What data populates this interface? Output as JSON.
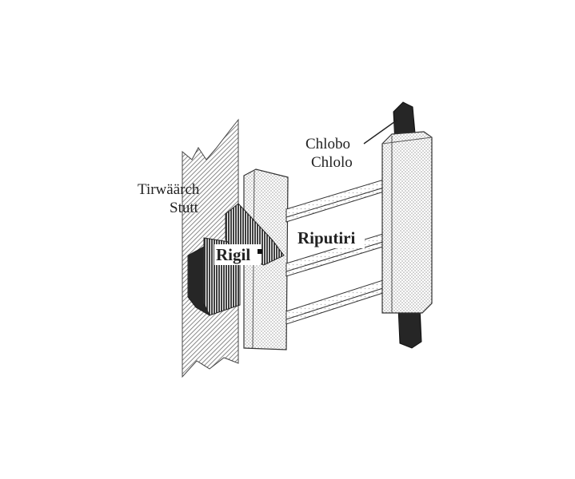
{
  "labels": {
    "wall_line1": "Tirwäärch",
    "wall_line2": "Stutt",
    "left_plate": "Rigil",
    "connector": "Riputiri",
    "post_line1": "Chlobo",
    "post_line2": "Chlolo"
  },
  "colors": {
    "ink": "#222222",
    "dark": "#2a2a2a",
    "paper": "#ffffff"
  }
}
